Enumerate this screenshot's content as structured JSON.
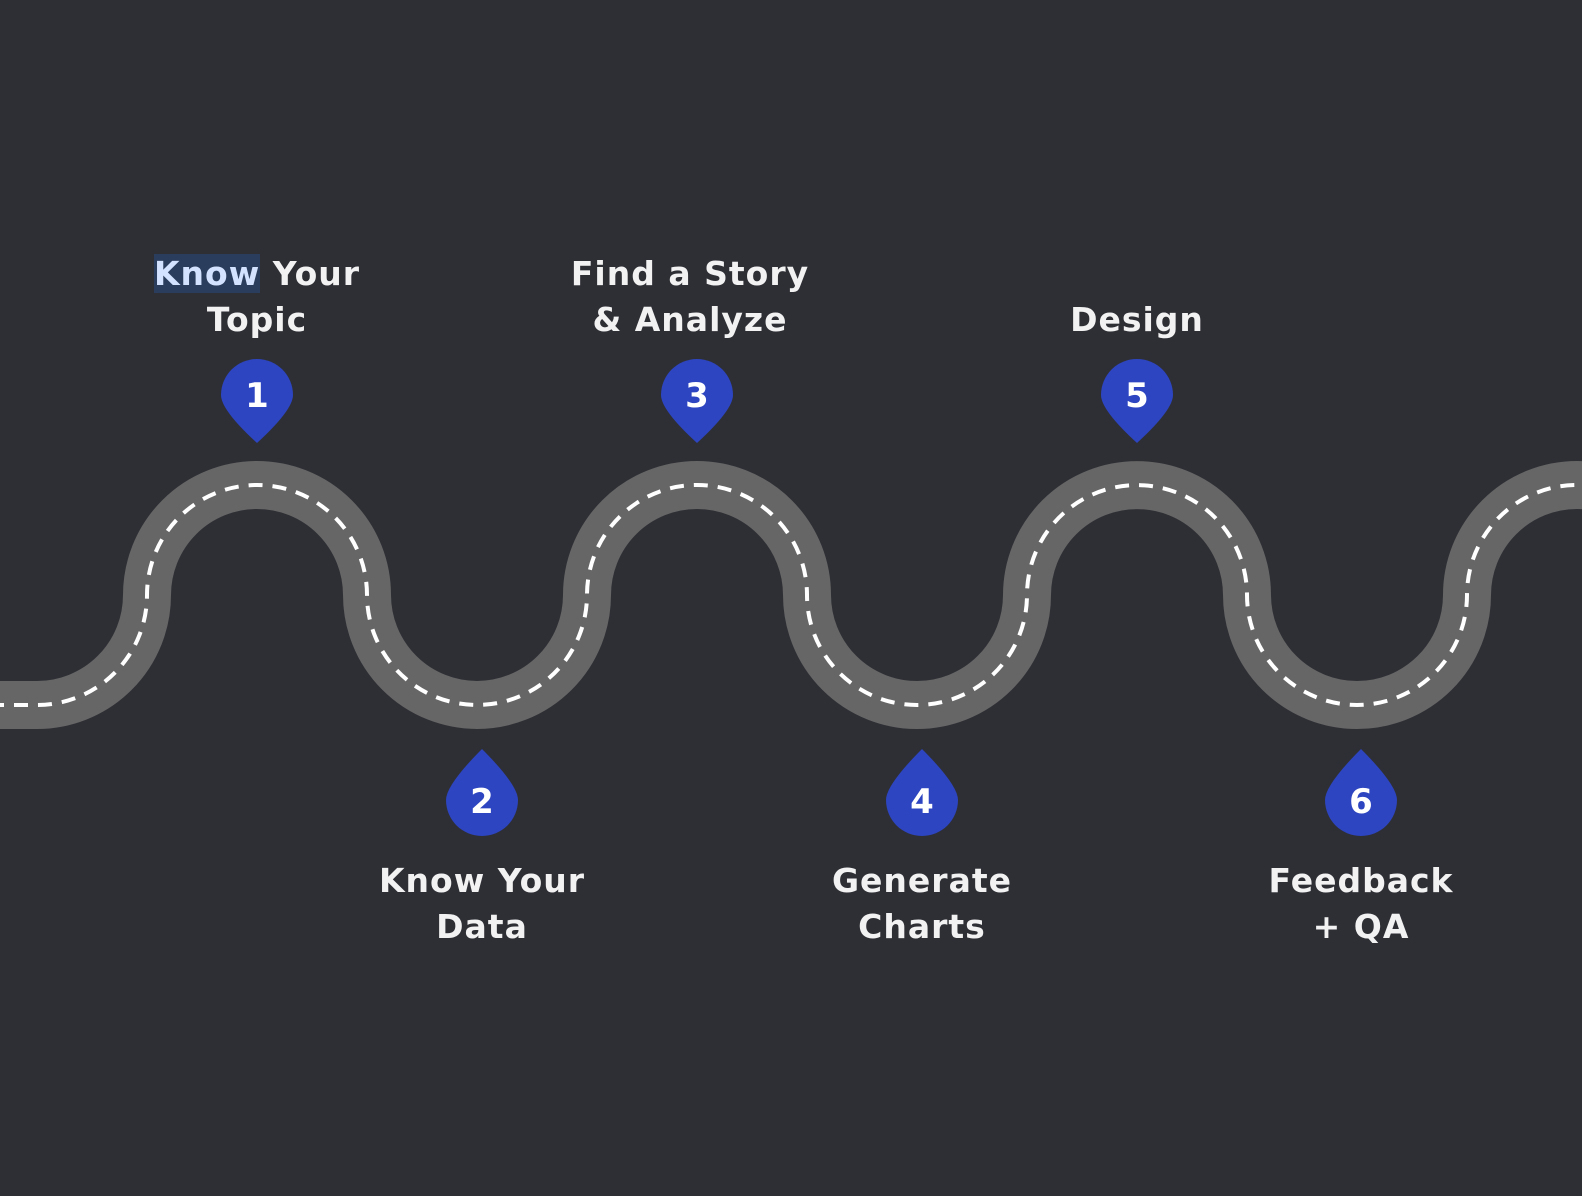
{
  "steps": [
    {
      "number": "1",
      "line1_selected": "Know",
      "line1_rest": " Your",
      "line2": "Topic"
    },
    {
      "number": "2",
      "line1": "Know Your",
      "line2": "Data"
    },
    {
      "number": "3",
      "line1": "Find a Story",
      "line2": "& Analyze"
    },
    {
      "number": "4",
      "line1": "Generate",
      "line2": "Charts"
    },
    {
      "number": "5",
      "line1": "Design"
    },
    {
      "number": "6",
      "line1": "Feedback",
      "line2": "+ QA"
    }
  ],
  "colors": {
    "background": "#2e2f35",
    "road": "#666666",
    "pin": "#2d45c0",
    "text": "#f2f2f2"
  }
}
